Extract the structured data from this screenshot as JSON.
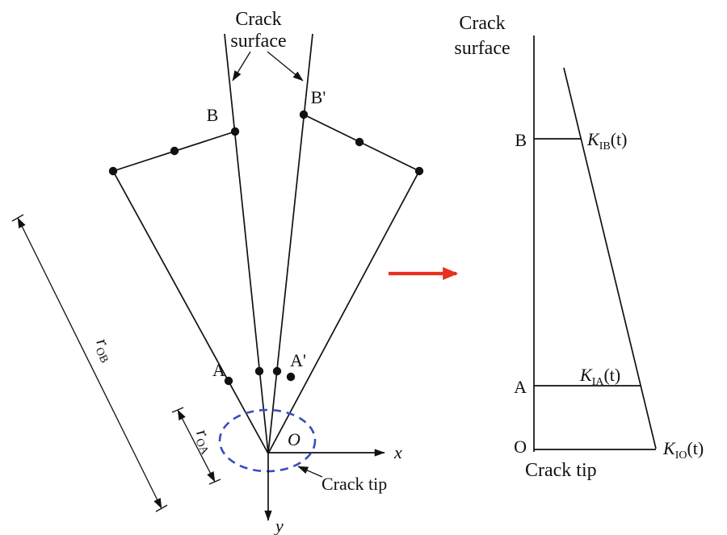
{
  "colors": {
    "ink": "#111111",
    "ellipse_blue": "#3a4cc0",
    "arrow_red": "#e8301d",
    "background": "#ffffff"
  },
  "left_diagram": {
    "crack_surface_line1": "Crack",
    "crack_surface_line2": "surface",
    "label_B": "B",
    "label_B_prime": "B'",
    "label_A": "A",
    "label_A_prime": "A'",
    "label_O": "O",
    "axis_x": "x",
    "axis_y": "y",
    "crack_tip": "Crack tip",
    "r_ob": {
      "base": "r",
      "sub": "OB"
    },
    "r_oa": {
      "base": "r",
      "sub": "OA"
    }
  },
  "right_diagram": {
    "crack_surface_line1": "Crack",
    "crack_surface_line2": "surface",
    "label_B": "B",
    "label_A": "A",
    "label_O": "O",
    "crack_tip": "Crack tip",
    "k_ib": {
      "base": "K",
      "sub": "IB",
      "suffix": "(t)"
    },
    "k_ia": {
      "base": "K",
      "sub": "IA",
      "suffix": "(t)"
    },
    "k_io": {
      "base": "K",
      "sub": "IO",
      "suffix": "(t)"
    }
  }
}
